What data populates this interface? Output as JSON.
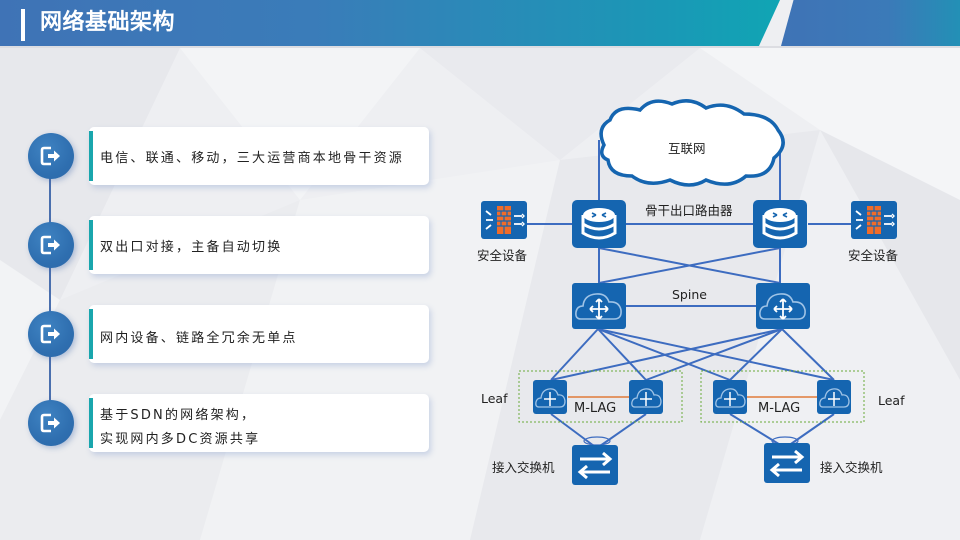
{
  "header": {
    "title": "网络基础架构"
  },
  "features": [
    {
      "lines": [
        "电信、联通、移动，三大运营商本地骨干资源"
      ],
      "icon": "exit-arrow-icon"
    },
    {
      "lines": [
        "双出口对接，主备自动切换"
      ],
      "icon": "exit-arrow-icon"
    },
    {
      "lines": [
        "网内设备、链路全冗余无单点"
      ],
      "icon": "exit-arrow-icon"
    },
    {
      "lines": [
        "基于SDN的网络架构，",
        "实现网内多DC资源共享"
      ],
      "icon": "exit-arrow-icon"
    }
  ],
  "diagram": {
    "internet_label": "互联网",
    "router_label": "骨干出口路由器",
    "security_left_label": "安全设备",
    "security_right_label": "安全设备",
    "spine_label": "Spine",
    "leaf_left_label": "Leaf",
    "leaf_right_label": "Leaf",
    "mlag_left_label": "M-LAG",
    "mlag_right_label": "M-LAG",
    "access_left_label": "接入交换机",
    "access_right_label": "接入交换机",
    "colors": {
      "device": "#1565b0",
      "link": "#3d6cc0",
      "mlag_link": "#e07a3a",
      "firewall_brick": "#ef6c2a",
      "group_border": "#6aaa3a",
      "accent": "#19a6ad"
    }
  }
}
